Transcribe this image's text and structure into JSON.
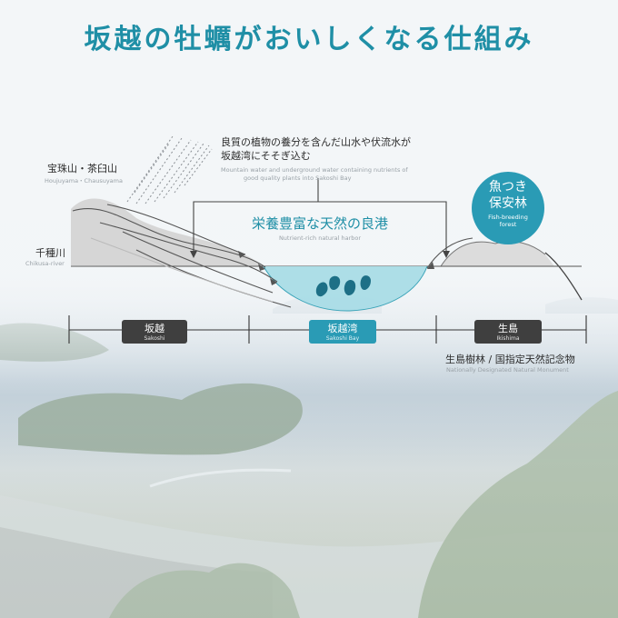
{
  "title": "坂越の牡蠣がおいしくなる仕組み",
  "mountain": {
    "label": "宝珠山・茶臼山",
    "label_en": "Houjuyama・Chausuyama"
  },
  "river": {
    "label": "千種川",
    "label_en": "Chikusa-river"
  },
  "water_note": {
    "line1": "良質の植物の養分を含んだ山水や伏流水が",
    "line2": "坂越湾にそそぎ込む",
    "en1": "Mountain water and underground water containing nutrients of",
    "en2": "good quality plants into Sakoshi Bay"
  },
  "harbor": {
    "label": "栄養豊富な天然の良港",
    "label_en": "Nutrient-rich natural harbor"
  },
  "forest_badge": {
    "line1": "魚つき",
    "line2": "保安林",
    "en1": "Fish-breeding",
    "en2": "forest"
  },
  "locations": [
    {
      "label": "坂越",
      "label_en": "Sakoshi"
    },
    {
      "label": "坂越湾",
      "label_en": "Sakoshi Bay"
    },
    {
      "label": "生島",
      "label_en": "Ikishima"
    }
  ],
  "monument": {
    "label": "生島樹林 / 国指定天然記念物",
    "label_en": "Nationally Designated Natural Monument"
  },
  "colors": {
    "accent": "#2a9bb5",
    "title": "#1f8fa6",
    "tag_dark": "#3f3f3f",
    "water": "#a9dce6"
  }
}
